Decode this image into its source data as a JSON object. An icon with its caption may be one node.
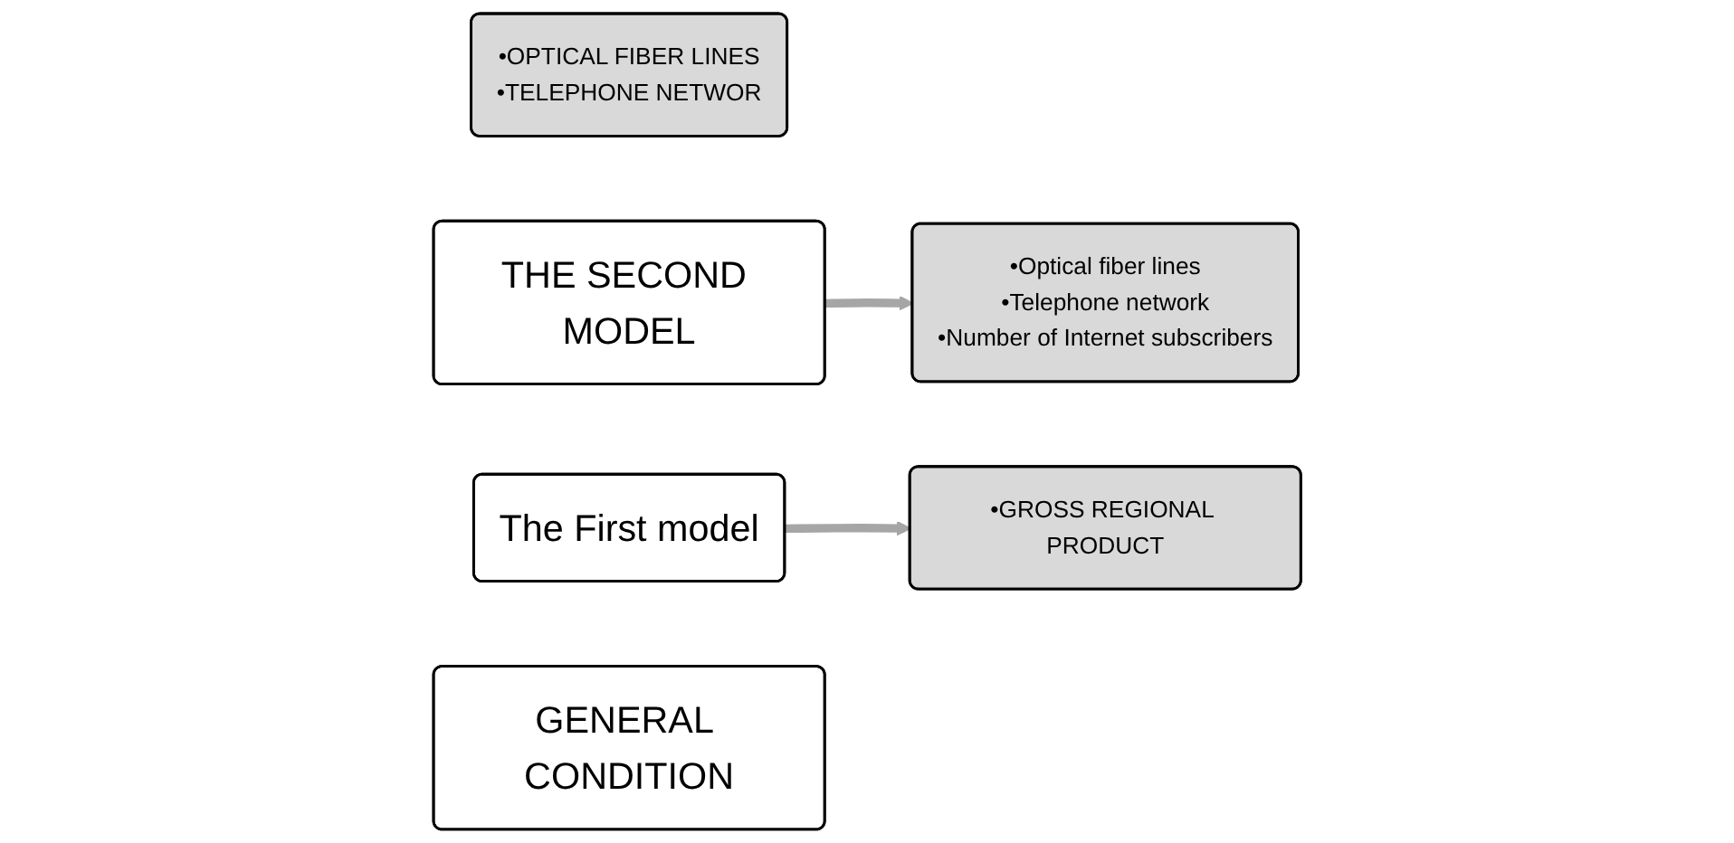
{
  "diagram": {
    "nodes": [
      {
        "text": [
          "•OPTICAL FIBER LINES",
          "•TELEPHONE NETWOR"
        ]
      },
      {
        "text": [
          "THE SECOND MODEL"
        ]
      },
      {
        "text": [
          "•Optical fiber lines",
          "•Telephone network",
          "•Number of Internet subscribers"
        ]
      },
      {
        "text": [
          "The First model"
        ]
      },
      {
        "text": [
          "•GROSS REGIONAL PRODUCT"
        ]
      },
      {
        "text": [
          "GENERAL CONDITION"
        ]
      }
    ],
    "edges": [
      {
        "from": 1,
        "to": 2,
        "arrow": "to"
      },
      {
        "from": 3,
        "to": 4,
        "arrow": "to"
      }
    ]
  }
}
